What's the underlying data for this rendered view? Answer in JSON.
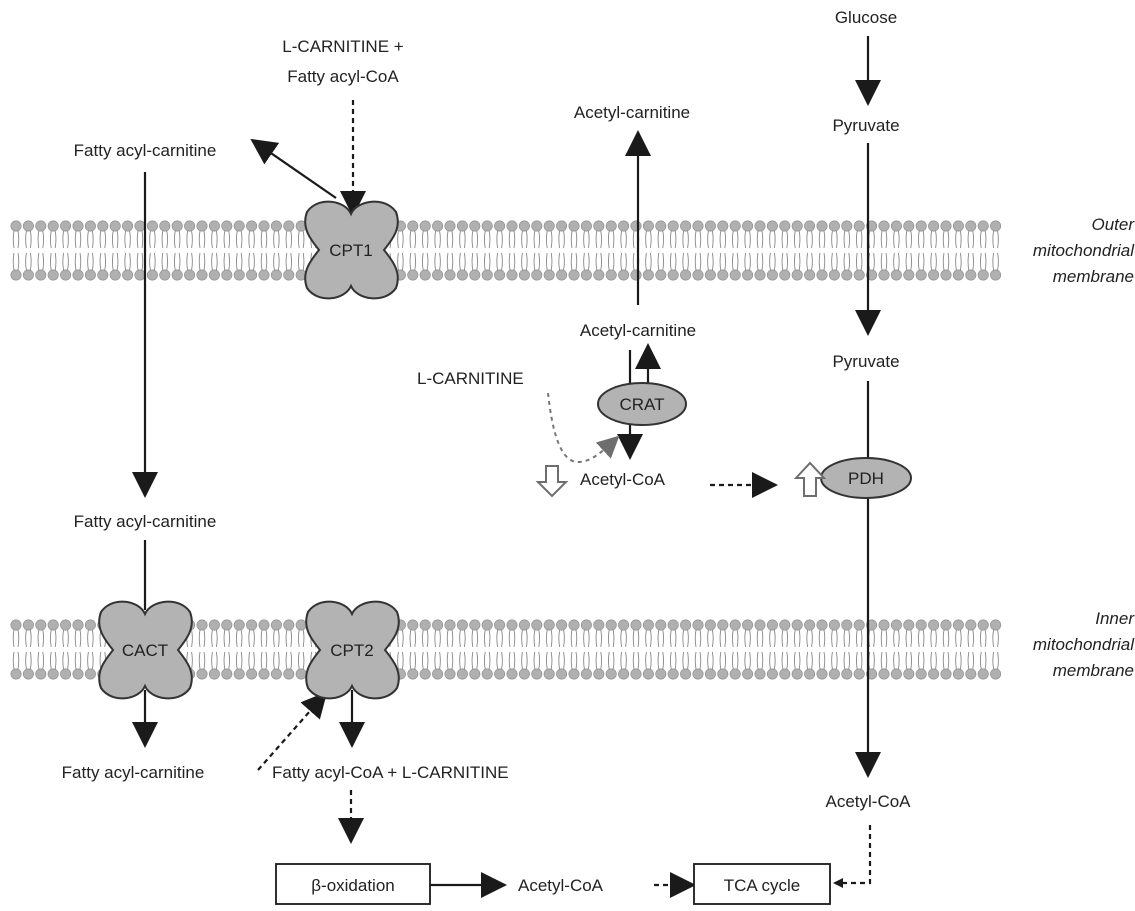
{
  "labels": {
    "glucose": "Glucose",
    "pyruvate_top": "Pyruvate",
    "pyruvate_mid": "Pyruvate",
    "acetyl_coa_right": "Acetyl-CoA",
    "lcarnitine_top_1": "L-CARNITINE +",
    "lcarnitine_top_2": "Fatty acyl-CoA",
    "fatty_acyl_carnitine_top": "Fatty acyl-carnitine",
    "fatty_acyl_carnitine_mid": "Fatty acyl-carnitine",
    "fatty_acyl_carnitine_bottom": "Fatty acyl-carnitine",
    "fatty_acyl_coa_lcarnitine": "Fatty acyl-CoA + L-CARNITINE",
    "acetyl_carnitine_top": "Acetyl-carnitine",
    "acetyl_carnitine_mid": "Acetyl-carnitine",
    "lcarnitine_mid": "L-CARNITINE",
    "acetyl_coa_mid": "Acetyl-CoA",
    "acetyl_coa_bottom": "Acetyl-CoA",
    "beta_oxidation": "β-oxidation",
    "tca_cycle": "TCA cycle"
  },
  "membranes": {
    "outer_1": "Outer",
    "outer_2": "mitochondrial",
    "outer_3": "membrane",
    "inner_1": "Inner",
    "inner_2": "mitochondrial",
    "inner_3": "membrane"
  },
  "enzymes": {
    "cpt1": "CPT1",
    "cpt2": "CPT2",
    "cact": "CACT",
    "crat": "CRAT",
    "pdh": "PDH"
  },
  "colors": {
    "protein_fill": "#b3b3b3",
    "lipid_head": "#b0b0b0",
    "line": "#1a1a1a"
  }
}
